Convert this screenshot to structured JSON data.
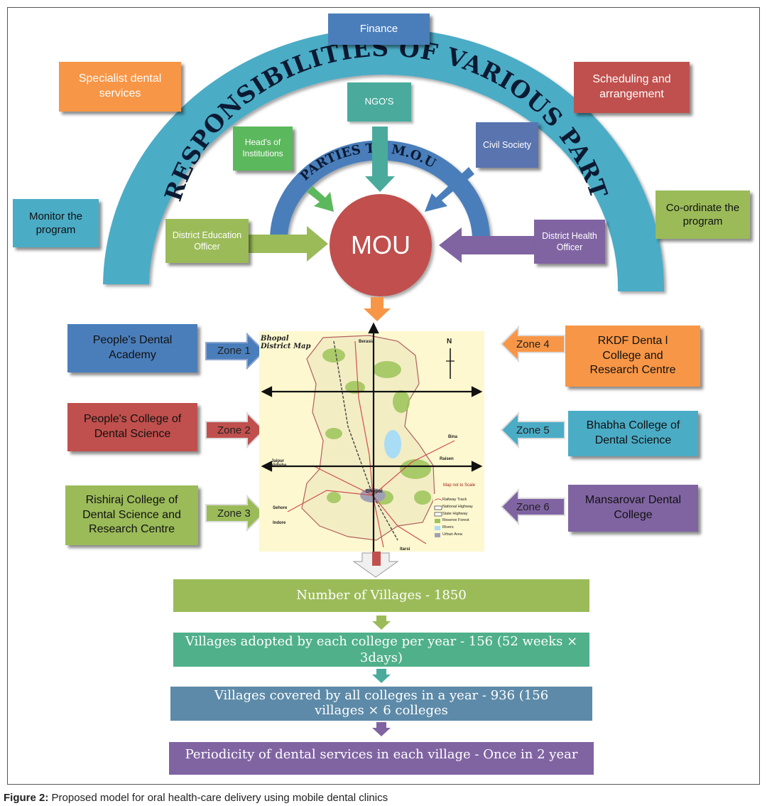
{
  "top": {
    "finance": "Finance",
    "specialist": "Specialist dental services",
    "scheduling": "Scheduling and arrangement",
    "ngo": "NGO'S",
    "heads": "Head's of Institutions",
    "civil": "Civil Society",
    "monitor": "Monitor  the program",
    "coordinate": "Co-ordinate the program",
    "deo": "District Education Officer",
    "dho": "District Health Officer",
    "mou": "MOU",
    "arc_outer_title": "RESPONSIBILITIES OF VARIOUS PARTIES TO M.O.U",
    "arc_inner_title": "PARTIES TO M.O.U"
  },
  "colleges": [
    {
      "name": "People's Dental Academy",
      "zone": "Zone 1"
    },
    {
      "name": "People's College of Dental Science",
      "zone": "Zone 2"
    },
    {
      "name": "Rishiraj College of Dental Science and Research Centre",
      "zone": "Zone 3"
    },
    {
      "name": "RKDF Denta l College and Research Centre",
      "zone": "Zone 4"
    },
    {
      "name": "Bhabha College of Dental Science",
      "zone": "Zone 5"
    },
    {
      "name": "Mansarovar Dental College",
      "zone": "Zone 6"
    }
  ],
  "map": {
    "title": "Bhopal District Map",
    "north": "N",
    "not_to_scale": "Map not to Scale",
    "bhopal": "Bhopal",
    "legend": [
      "Railway Track",
      "National Highway",
      "State Highway",
      "Reserve Forest",
      "Rivers",
      "Urban Area"
    ],
    "places": [
      "Vidisha",
      "Raisen",
      "Sehore",
      "Berasia",
      "Jaipur",
      "Indore",
      "Itarsi",
      "Bina"
    ]
  },
  "flow": [
    "Number of Villages - 1850",
    "Villages adopted by each college per year - 156 (52 weeks × 3days)",
    "Villages covered by all colleges in  a year - 936 (156 villages × 6 colleges",
    "Periodicity of dental services in each village - Once in 2 year"
  ],
  "caption": {
    "label": "Figure 2:",
    "text": " Proposed model for oral health-care delivery using mobile dental clinics"
  },
  "colors": {
    "blue": "#4a7ebb",
    "red": "#c0504d",
    "green": "#9bbb59",
    "orange": "#f79646",
    "teal": "#4bacc6",
    "purple": "#8064a2",
    "ngo": "#4aab9c",
    "arc": "#4bacc6"
  }
}
